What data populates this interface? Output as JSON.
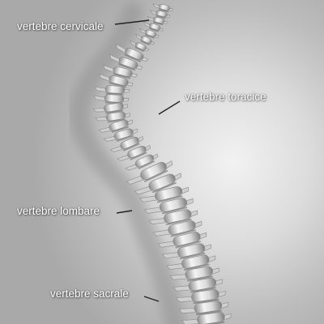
{
  "labels": {
    "cervical": "vertebre cervicale",
    "thoracic": "vertebre toracice",
    "lumbar": "vertebre lombare",
    "sacral": "vertebre sacrale"
  },
  "colors": {
    "bone_light": "#f4f4f4",
    "bone_mid": "#cfcfcf",
    "bone_dark": "#8a8a8a",
    "label_text": "#ffffff",
    "leader_line": "#222222"
  }
}
